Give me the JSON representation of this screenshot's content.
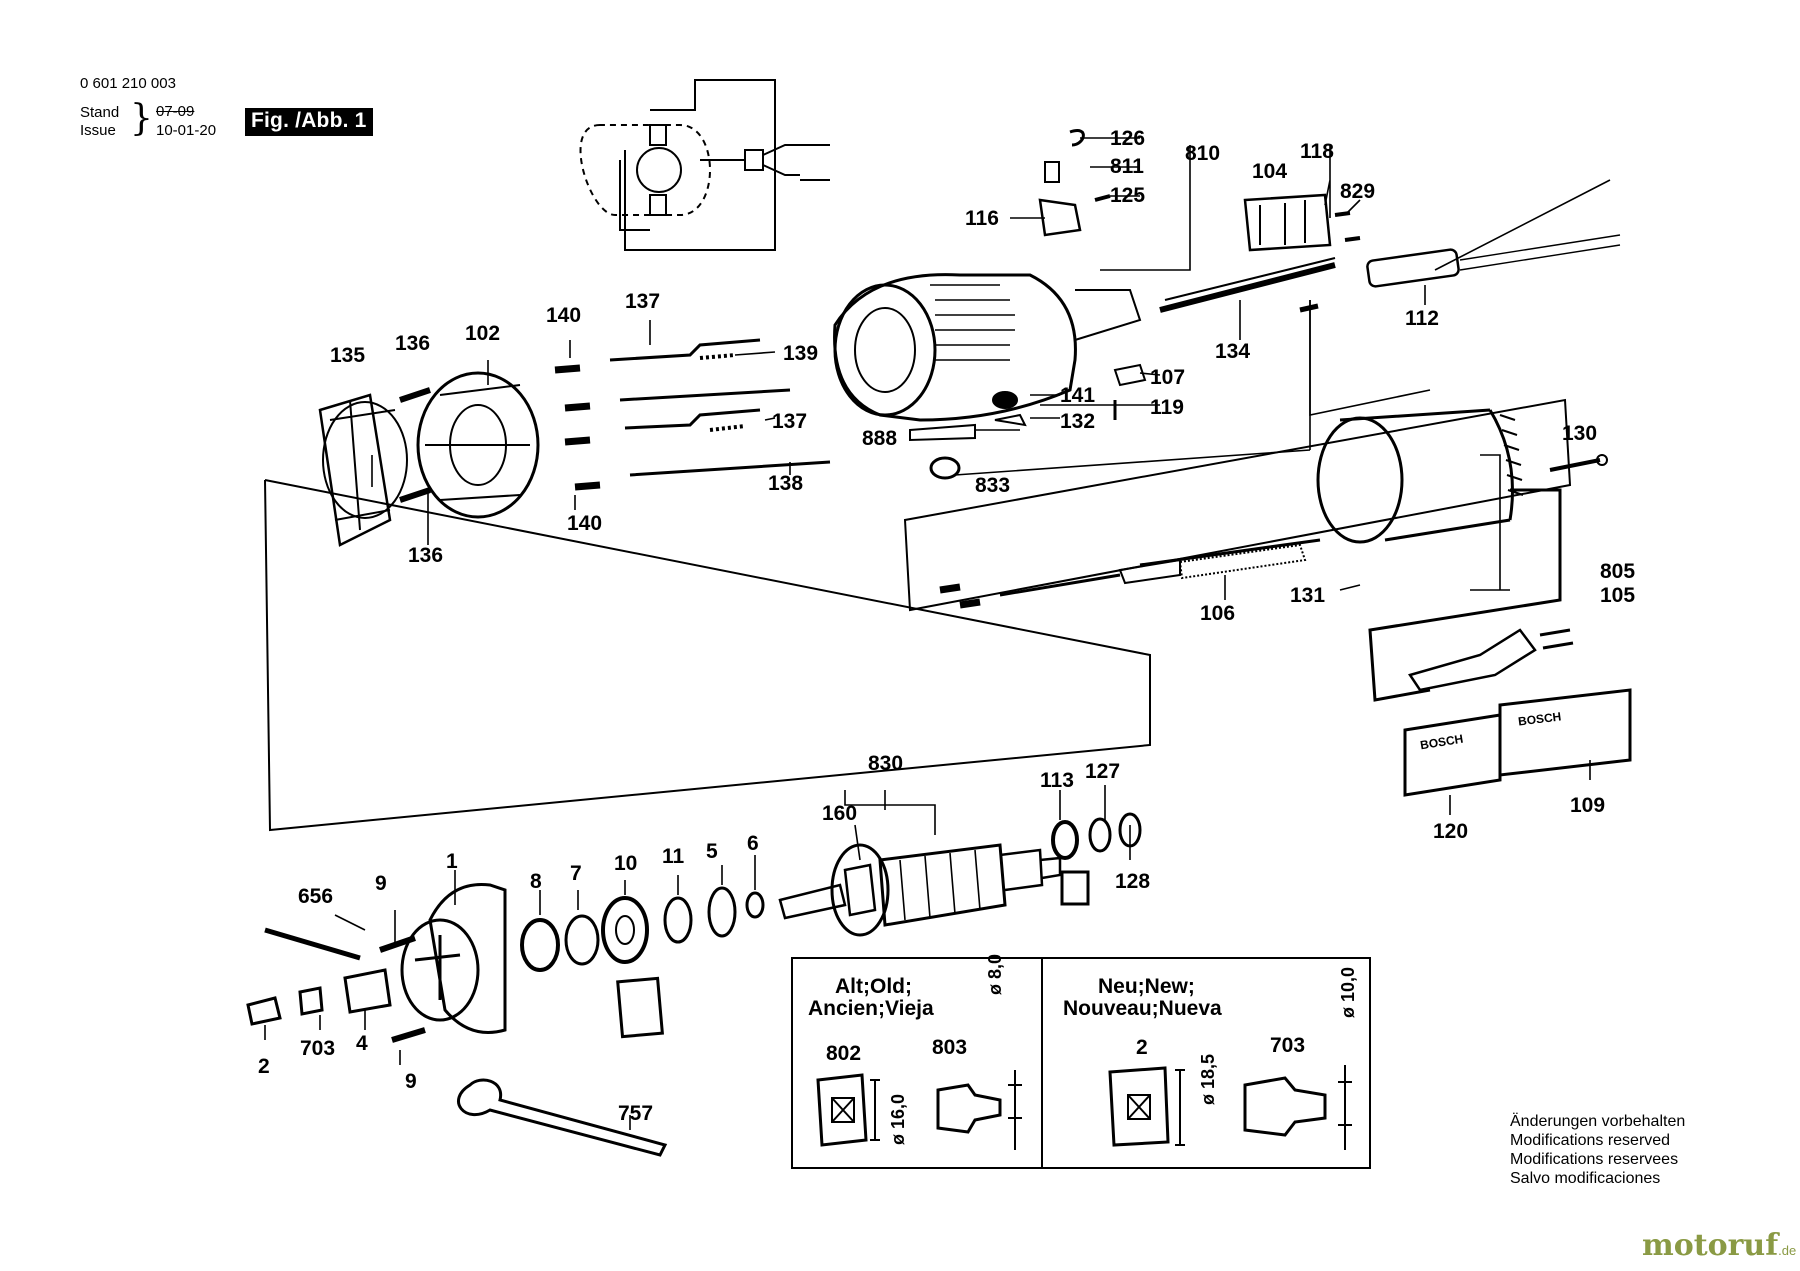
{
  "header": {
    "part_number": "0 601 210 003",
    "stand_label": "Stand",
    "issue_label": "Issue",
    "stand_value": "07-09",
    "issue_value": "10-01-20",
    "figure_label": "Fig. /Abb. 1"
  },
  "part_numbers": [
    "126",
    "810",
    "811",
    "125",
    "118",
    "104",
    "829",
    "116",
    "112",
    "134",
    "107",
    "141",
    "119",
    "132",
    "888",
    "833",
    "135",
    "136",
    "102",
    "140",
    "137",
    "139",
    "138",
    "130",
    "805",
    "105",
    "106",
    "131",
    "120",
    "109",
    "830",
    "113",
    "127",
    "160",
    "128",
    "1",
    "656",
    "9",
    "8",
    "7",
    "10",
    "11",
    "5",
    "6",
    "2",
    "703",
    "4",
    "757",
    "802",
    "803"
  ],
  "inset_old": {
    "heading_1": "Alt;Old;",
    "heading_2": "Ancien;Vieja",
    "dim_shaft": "ø 8,0",
    "dim_nut": "ø 16,0",
    "part_a": "802",
    "part_b": "803"
  },
  "inset_new": {
    "heading_1": "Neu;New;",
    "heading_2": "Nouveau;Nueva",
    "dim_shaft": "ø 10,0",
    "dim_nut": "ø 18,5",
    "part_a": "2",
    "part_b": "703"
  },
  "nameplate_brand": "BOSCH",
  "notes": [
    "Änderungen vorbehalten",
    "Modifications reserved",
    "Modifications reservees",
    "Salvo modificaciones"
  ],
  "watermark": {
    "main": "motoruf",
    "tld": ".de"
  }
}
